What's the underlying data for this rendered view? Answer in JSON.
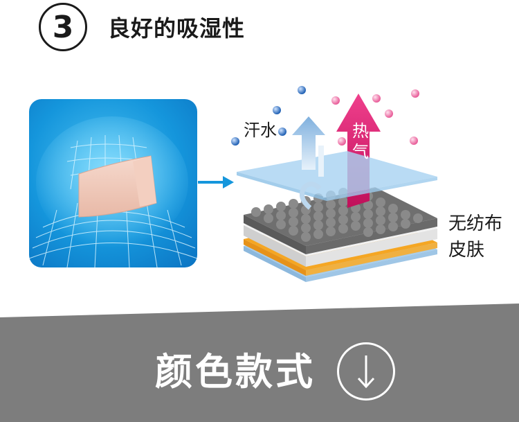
{
  "header": {
    "step_number": "3",
    "title": "良好的吸湿性"
  },
  "diagram": {
    "sweat_label": "汗水",
    "heat_label_line1": "热",
    "heat_label_line2": "气",
    "layer_nonwoven": "无纺布",
    "layer_skin": "皮肤"
  },
  "banner": {
    "title": "颜色款式",
    "icon": "arrow-down-circle-icon"
  },
  "colors": {
    "accent_blue": "#1596dc",
    "heat_pink": "#e2196e",
    "banner_gray": "#7d7d7d",
    "skin_orange": "#f5a623"
  }
}
